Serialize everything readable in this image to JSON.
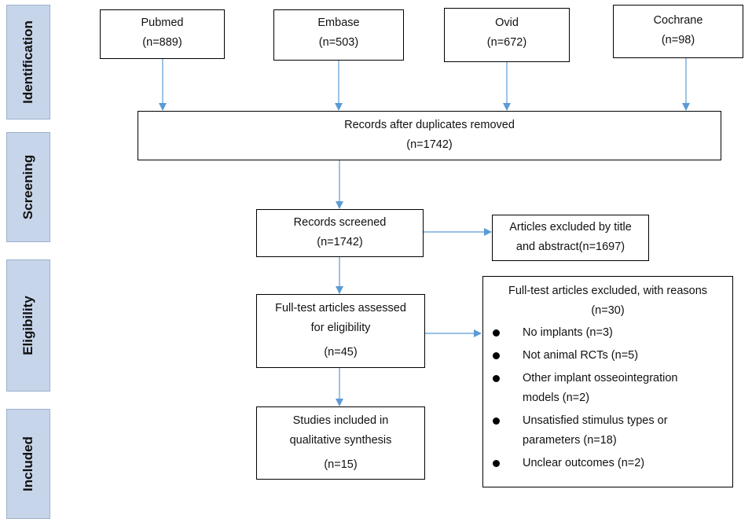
{
  "stages": [
    "Identification",
    "Screening",
    "Eligibility",
    "Included"
  ],
  "sources": [
    {
      "name": "Pubmed",
      "count": "(n=889)"
    },
    {
      "name": "Embase",
      "count": "(n=503)"
    },
    {
      "name": "Ovid",
      "count": "(n=672)"
    },
    {
      "name": "Cochrane",
      "count": "(n=98)"
    }
  ],
  "duplicates_removed": {
    "label": "Records after duplicates removed",
    "count": "(n=1742)"
  },
  "records_screened": {
    "label": "Records screened",
    "count": "(n=1742)"
  },
  "excluded_title": {
    "line1": "Articles excluded by title",
    "line2": "and abstract(n=1697)"
  },
  "fulltext_assessed": {
    "line1": "Full-test articles assessed",
    "line2": "for eligibility",
    "count": "(n=45)"
  },
  "fulltext_excluded": {
    "title": "Full-test articles excluded, with reasons",
    "count": "(n=30)",
    "reasons": [
      {
        "line1": "No implants (n=3)"
      },
      {
        "line1": "Not animal RCTs (n=5)"
      },
      {
        "line1": "Other implant osseointegration",
        "line2": "models (n=2)"
      },
      {
        "line1": "Unsatisfied stimulus types or",
        "line2": "parameters (n=18)"
      },
      {
        "line1": "Unclear outcomes (n=2)"
      }
    ]
  },
  "included": {
    "line1": "Studies included in",
    "line2": "qualitative synthesis",
    "count": "(n=15)"
  },
  "colors": {
    "arrow": "#5b9bd5",
    "stage_fill": "#c7d5ea",
    "box_border": "#000000"
  }
}
